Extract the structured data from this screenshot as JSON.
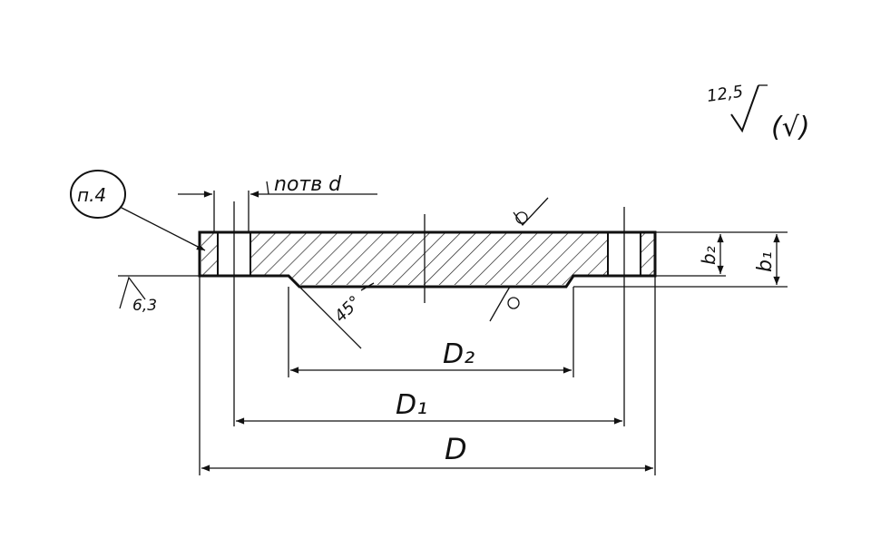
{
  "labels": {
    "note_ref": "п.4",
    "holes": "nотв d",
    "rough_general_value": "12,5",
    "rough_general_paren": "(√)",
    "rough_face": "6,3",
    "chamfer": "45°",
    "dim_D2": "D₂",
    "dim_D1": "D₁",
    "dim_D": "D",
    "dim_b2": "b₂",
    "dim_b1": "b₁"
  }
}
